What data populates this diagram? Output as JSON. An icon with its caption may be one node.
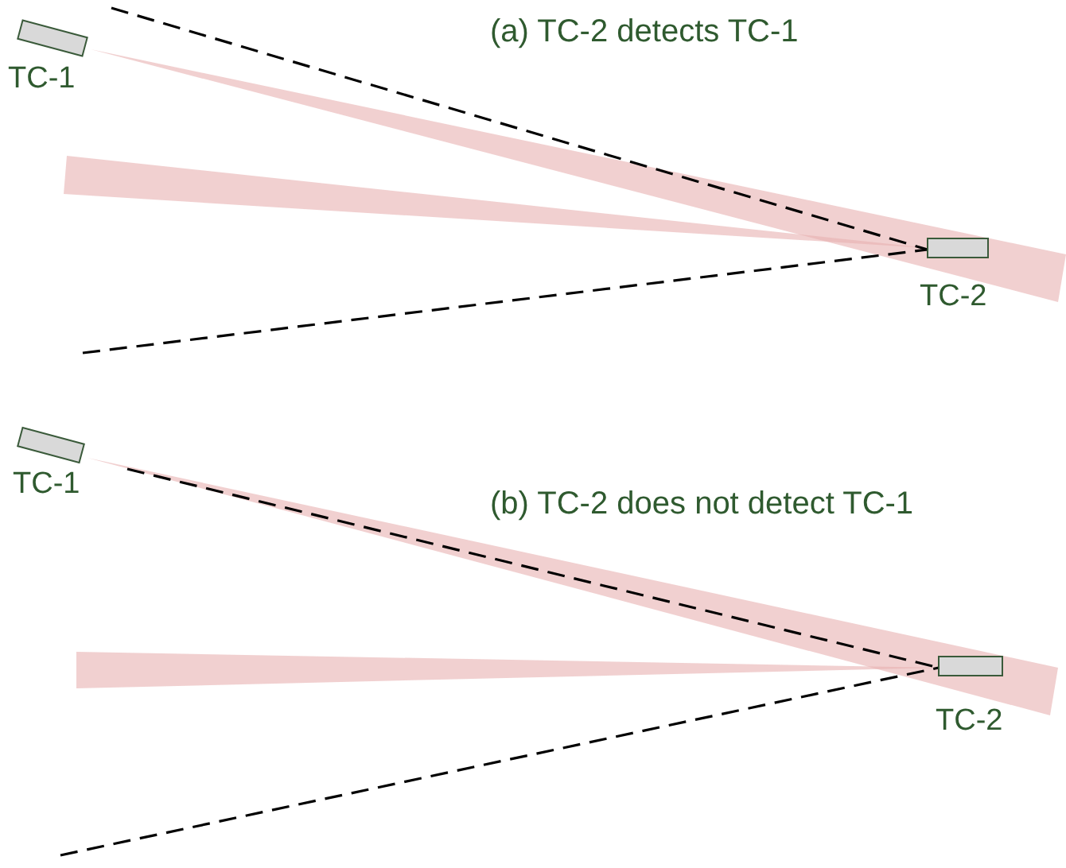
{
  "diagram": {
    "nodes": [
      {
        "text": [
          "TC-1"
        ]
      },
      {
        "text": [
          "TC-2"
        ]
      },
      {
        "text": [
          "TC-1"
        ]
      },
      {
        "text": [
          "TC-2"
        ]
      }
    ],
    "labels": [
      "(a) TC-2 detects TC-1",
      "(b) TC-2 does not detect TC-1"
    ]
  }
}
